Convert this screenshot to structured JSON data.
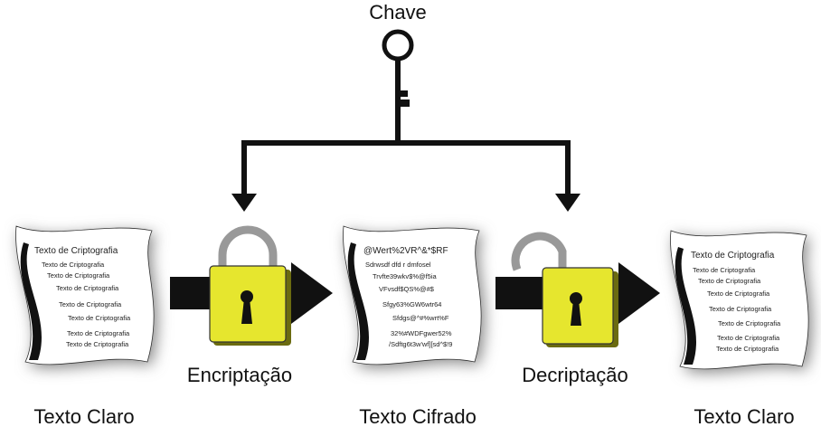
{
  "key_label": "Chave",
  "encrypt_label": "Encriptação",
  "decrypt_label": "Decriptação",
  "plain_doc": {
    "caption": "Texto Claro",
    "title": "Texto de Criptografia",
    "lines": [
      "Texto de Criptografia",
      "Texto de Criptografia",
      "Texto de Criptografia",
      "Texto de Criptografia",
      "Texto de Criptografia",
      "Texto de Criptografia",
      "Texto de Criptografia"
    ]
  },
  "cipher_doc": {
    "caption": "Texto Cifrado",
    "title": "@Wert%2VR^&*$RF",
    "lines": [
      "Sdrwsdf dfd r dmfosel",
      "Trvfte39wkv$%@f5ia",
      "VFvsdf$QS%@#$",
      "Sfgy63%GW6wtr64",
      "Sfdgs@^#%wrt%F",
      "32%#WDFgwer52%",
      "/Sdftg6t3w'wf][sd^$!9"
    ]
  },
  "plain_doc_out": {
    "caption": "Texto Claro",
    "title": "Texto de Criptografia",
    "lines": [
      "Texto de Criptografia",
      "Texto de Criptografia",
      "Texto de Criptografia",
      "Texto de Criptografia",
      "Texto de Criptografia",
      "Texto de Criptografia",
      "Texto de Criptografia"
    ]
  },
  "colors": {
    "lock": "#e6e62e",
    "lock_edge": "#6b6b10",
    "shackle": "#9a9a9a",
    "arrow": "#111111"
  }
}
